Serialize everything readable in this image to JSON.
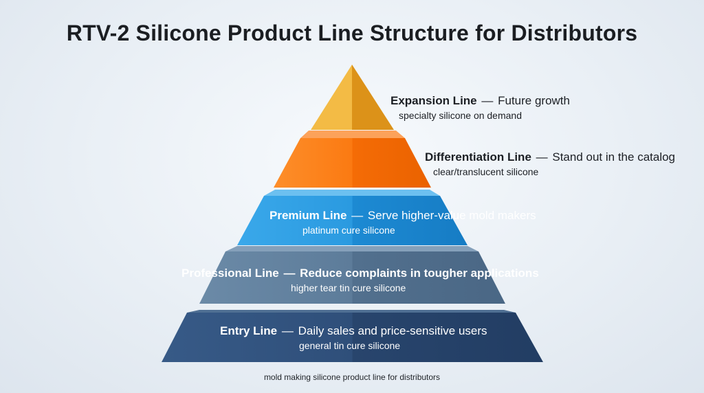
{
  "title": "RTV-2 Silicone Product Line Structure for Distributors",
  "caption": "mold making silicone product line for distributors",
  "separator": "—",
  "colors": {
    "expansion": "#f0a92c",
    "differentiation": "#fb7a12",
    "premium": "#2a9ae0",
    "professional": "#5d7c9a",
    "entry": "#2f4f7a"
  },
  "tiers": [
    {
      "key": "expansion",
      "name": "Expansion Line",
      "tagline": "Future growth",
      "product": "specialty silicone on demand"
    },
    {
      "key": "differentiation",
      "name": "Differentiation Line",
      "tagline": "Stand out in the catalog",
      "product": "clear/translucent silicone"
    },
    {
      "key": "premium",
      "name": "Premium Line",
      "tagline": "Serve higher-value mold makers",
      "product": "platinum cure silicone"
    },
    {
      "key": "professional",
      "name": "Professional Line",
      "tagline": "Reduce complaints in tougher applications",
      "product": "higher tear tin cure silicone"
    },
    {
      "key": "entry",
      "name": "Entry Line",
      "tagline": "Daily sales and price-sensitive users",
      "product": "general tin cure silicone"
    }
  ]
}
